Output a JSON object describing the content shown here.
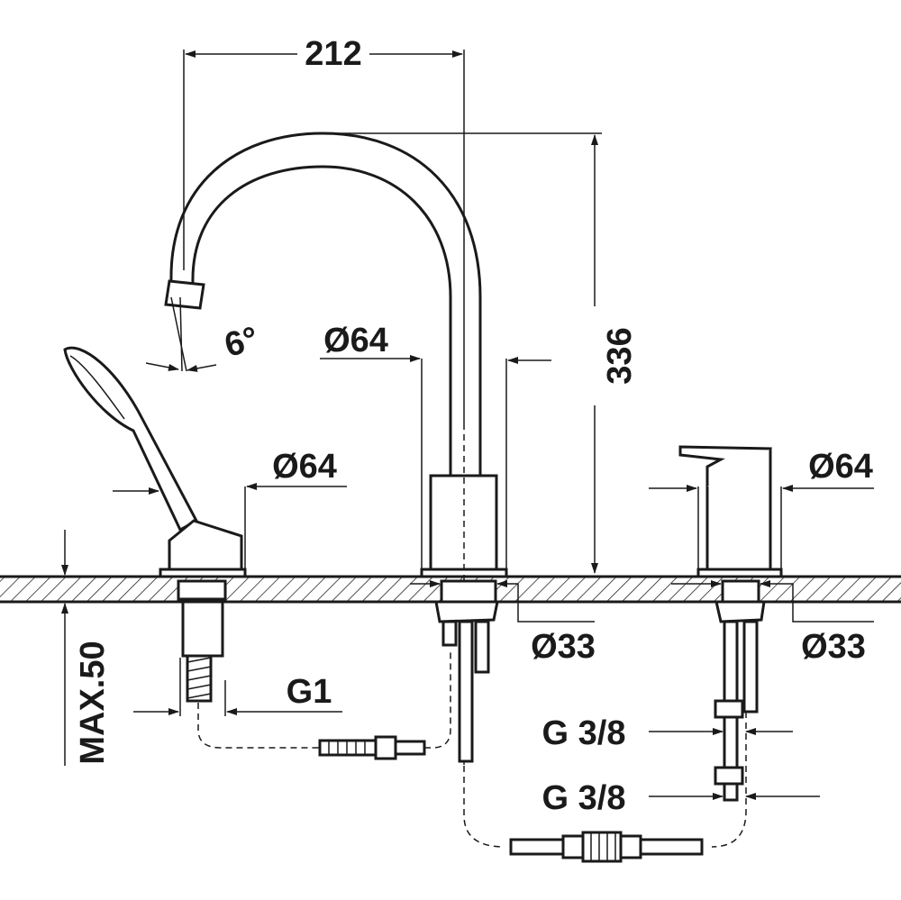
{
  "dimensions": {
    "spout_reach": "212",
    "height": "336",
    "spout_angle": "6°",
    "diameter_left": "Ø64",
    "diameter_center": "Ø64",
    "diameter_right": "Ø64",
    "hole_center": "Ø33",
    "hole_right": "Ø33",
    "max_deck_thickness": "MAX.50",
    "thread_shower": "G1",
    "thread_upper": "G 3/8",
    "thread_lower": "G 3/8"
  }
}
